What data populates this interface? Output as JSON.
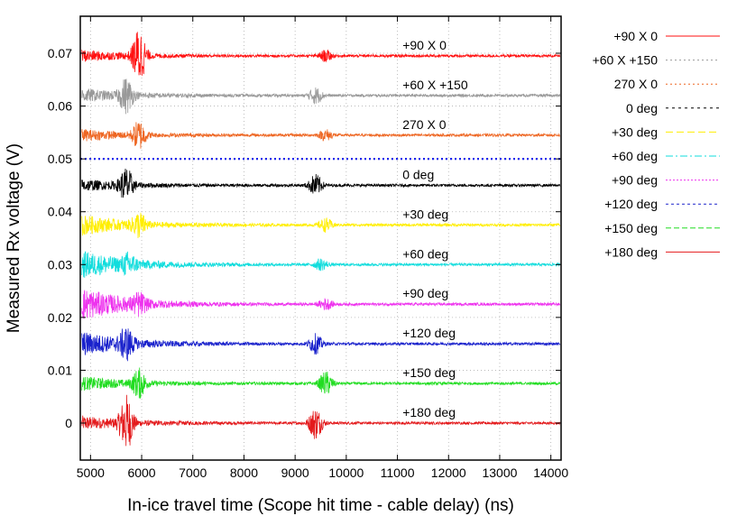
{
  "chart_data": {
    "type": "line",
    "title": "",
    "xlabel": "In-ice travel time (Scope hit time - cable delay) (ns)",
    "ylabel": "Measured Rx voltage (V)",
    "xlim": [
      4800,
      14200
    ],
    "ylim": [
      -0.007,
      0.077
    ],
    "xticks": [
      5000,
      6000,
      7000,
      8000,
      9000,
      10000,
      11000,
      12000,
      13000,
      14000
    ],
    "yticks": [
      0,
      0.01,
      0.02,
      0.03,
      0.04,
      0.05,
      0.06,
      0.07
    ],
    "ytick_labels": [
      "0",
      "0.01",
      "0.02",
      "0.03",
      "0.04",
      "0.05",
      "0.06",
      "0.07"
    ],
    "grid": true,
    "legend_position": "right, outside plot",
    "series": [
      {
        "name": "+180 deg",
        "offset": 0.0,
        "color": "#e41a1c",
        "dash": "",
        "trace_label": "+180 deg",
        "initial_amp": 0.0012,
        "spikes": [
          {
            "x": 5700,
            "amp": 0.005
          },
          {
            "x": 9400,
            "amp": 0.003
          }
        ]
      },
      {
        "name": "+150 deg",
        "offset": 0.0075,
        "color": "#22dd22",
        "dash": "6,3",
        "trace_label": "+150 deg",
        "initial_amp": 0.0012,
        "spikes": [
          {
            "x": 5950,
            "amp": 0.0025
          },
          {
            "x": 9600,
            "amp": 0.0022
          }
        ]
      },
      {
        "name": "+120 deg",
        "offset": 0.015,
        "color": "#1a22cc",
        "dash": "3,3",
        "trace_label": "+120 deg",
        "initial_amp": 0.0022,
        "spikes": [
          {
            "x": 5700,
            "amp": 0.0025
          },
          {
            "x": 9400,
            "amp": 0.0018
          }
        ]
      },
      {
        "name": "+90 deg",
        "offset": 0.0225,
        "color": "#ee33ee",
        "dash": "2,2",
        "trace_label": "+90 deg",
        "initial_amp": 0.003,
        "spikes": [
          {
            "x": 5950,
            "amp": 0.0015
          },
          {
            "x": 9600,
            "amp": 0.001
          }
        ]
      },
      {
        "name": "+60 deg",
        "offset": 0.03,
        "color": "#11dddd",
        "dash": "8,3,2,3",
        "trace_label": "+60 deg",
        "initial_amp": 0.0025,
        "spikes": [
          {
            "x": 5750,
            "amp": 0.0015
          },
          {
            "x": 9500,
            "amp": 0.001
          }
        ]
      },
      {
        "name": "+30 deg",
        "offset": 0.0375,
        "color": "#ffee00",
        "dash": "8,4",
        "trace_label": "+30 deg",
        "initial_amp": 0.0018,
        "spikes": [
          {
            "x": 5950,
            "amp": 0.002
          },
          {
            "x": 9600,
            "amp": 0.0012
          }
        ]
      },
      {
        "name": "0 deg",
        "offset": 0.045,
        "color": "#000000",
        "dash": "3,4",
        "trace_label": "0 deg",
        "initial_amp": 0.001,
        "spikes": [
          {
            "x": 5700,
            "amp": 0.003
          },
          {
            "x": 9400,
            "amp": 0.002
          }
        ]
      },
      {
        "name": "270 X 0",
        "offset": 0.0545,
        "color": "#ee6622",
        "dash": "2,3",
        "trace_label": "270 X 0",
        "initial_amp": 0.001,
        "spikes": [
          {
            "x": 5950,
            "amp": 0.0025
          },
          {
            "x": 9600,
            "amp": 0.001
          }
        ]
      },
      {
        "name": "+60 X +150",
        "offset": 0.062,
        "color": "#999999",
        "dash": "2,3",
        "trace_label": "+60 X +150",
        "initial_amp": 0.0012,
        "spikes": [
          {
            "x": 5700,
            "amp": 0.003
          },
          {
            "x": 9400,
            "amp": 0.0015
          }
        ]
      },
      {
        "name": "+90 X 0",
        "offset": 0.0695,
        "color": "#ff1111",
        "dash": "",
        "trace_label": "+90 X 0",
        "initial_amp": 0.001,
        "spikes": [
          {
            "x": 5950,
            "amp": 0.005
          },
          {
            "x": 9600,
            "amp": 0.001
          }
        ]
      }
    ],
    "reference_line": {
      "y": 0.05,
      "color": "#1a22ee"
    }
  }
}
